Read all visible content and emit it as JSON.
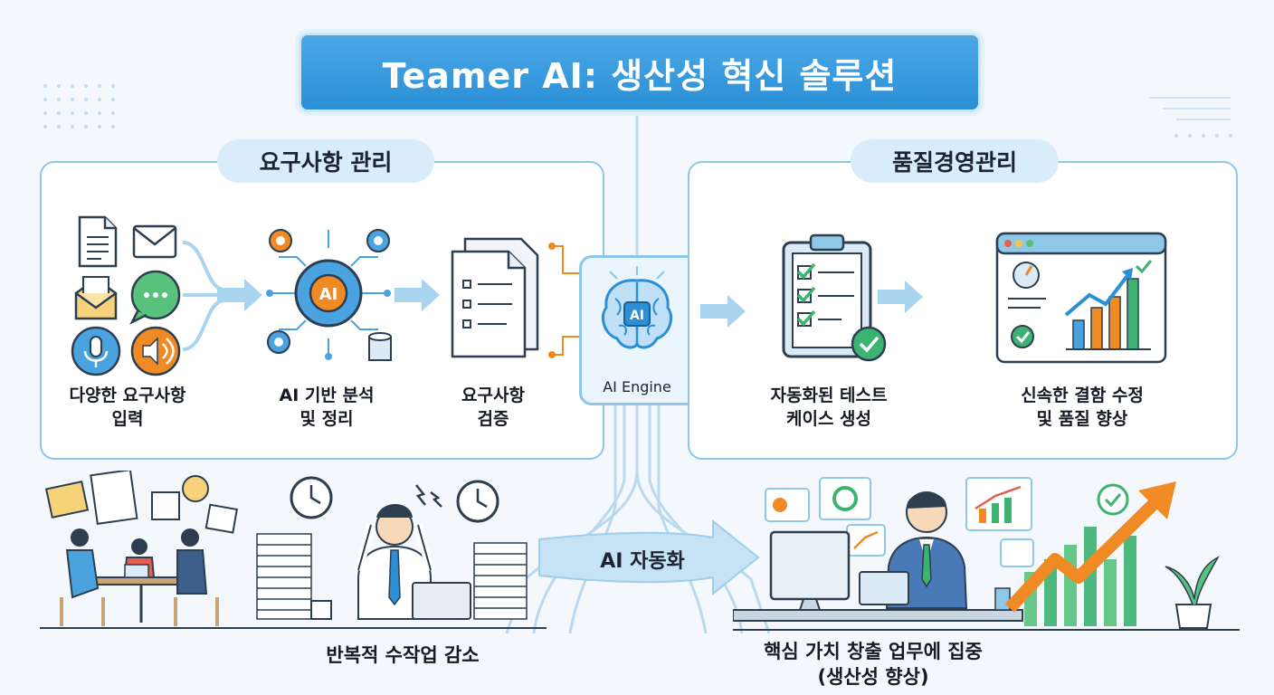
{
  "title": "Teamer AI: 생산성 혁신 솔루션",
  "left_panel": {
    "heading": "요구사항 관리",
    "steps": [
      {
        "caption": "다양한 요구사항\n입력"
      },
      {
        "caption": "AI 기반 분석\n및 정리"
      },
      {
        "caption": "요구사항\n검증"
      }
    ]
  },
  "engine": {
    "label": "AI Engine",
    "chip_text": "AI"
  },
  "right_panel": {
    "heading": "품질경영관리",
    "steps": [
      {
        "caption": "자동화된 테스트\n케이스 생성"
      },
      {
        "caption": "신속한 결함 수정\n및 품질 향상"
      }
    ]
  },
  "bottom": {
    "arrow_label": "AI 자동화",
    "left_caption": "반복적 수작업 감소",
    "right_caption": "핵심 가치 창출 업무에 집중\n(생산성 향상)"
  },
  "icons": {
    "left_inputs": [
      "document-icon",
      "envelope-icon",
      "open-mail-icon",
      "chat-bubble-icon",
      "microphone-icon",
      "speaker-icon"
    ],
    "analysis": [
      "gear-icon",
      "circuit-icon",
      "database-icon"
    ],
    "verify": [
      "checklist-document-icon"
    ],
    "right": [
      "clipboard-checklist-icon",
      "dashboard-chart-icon"
    ]
  },
  "colors": {
    "accent": "#2b8fd6",
    "panel_border": "#8ec7e8",
    "pill_bg": "#d8ecfa",
    "orange": "#f08a24",
    "green": "#3cb371"
  }
}
